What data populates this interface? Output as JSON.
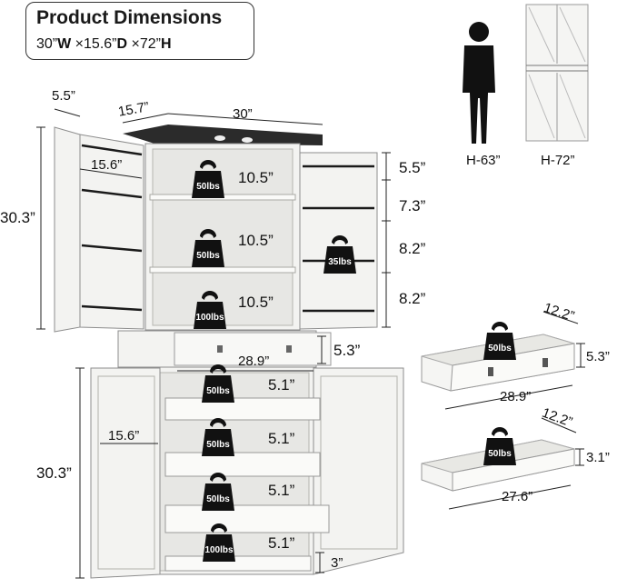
{
  "header": {
    "title": "Product Dimensions",
    "width": "30”",
    "width_unit": "W",
    "sep1": " ×",
    "depth": "15.6”",
    "depth_unit": "D",
    "sep2": " ×",
    "height": "72”",
    "height_unit": "H"
  },
  "top_cabinet": {
    "door_depth": "5.5”",
    "top_depth": "15.7”",
    "top_width": "30”",
    "inner_depth": "15.6”",
    "height": "30.3”",
    "shelf_heights": [
      "10.5”",
      "10.5”",
      "10.5”"
    ],
    "shelf_weights": [
      "50lbs",
      "50lbs",
      "100lbs"
    ],
    "door_rack_heights": [
      "5.5”",
      "7.3”",
      "8.2”",
      "8.2”"
    ],
    "door_weight": "35lbs"
  },
  "middle_drawer": {
    "width": "28.9”",
    "height": "5.3”"
  },
  "bottom_cabinet": {
    "inner_depth": "15.6”",
    "height": "30.3”",
    "drawer_heights": [
      "5.1”",
      "5.1”",
      "5.1”",
      "5.1”"
    ],
    "drawer_weights": [
      "50lbs",
      "50lbs",
      "50lbs",
      "100lbs"
    ],
    "base_height": "3”"
  },
  "comparison": {
    "person_label": "H-63”",
    "cabinet_label": "H-72”"
  },
  "drawer_detail_top": {
    "depth": "12.2”",
    "height": "5.3”",
    "width": "28.9”",
    "weight": "50lbs"
  },
  "drawer_detail_bottom": {
    "depth": "12.2”",
    "height": "3.1”",
    "width": "27.6”",
    "weight": "50lbs"
  },
  "colors": {
    "cabinet": "#f3f3f1",
    "interior": "#e7e7e4",
    "weight_icon": "#111111",
    "countertop": "#2b2b2b"
  },
  "icons": {
    "weight": "kettlebell-weight-icon",
    "person": "person-silhouette-icon"
  }
}
